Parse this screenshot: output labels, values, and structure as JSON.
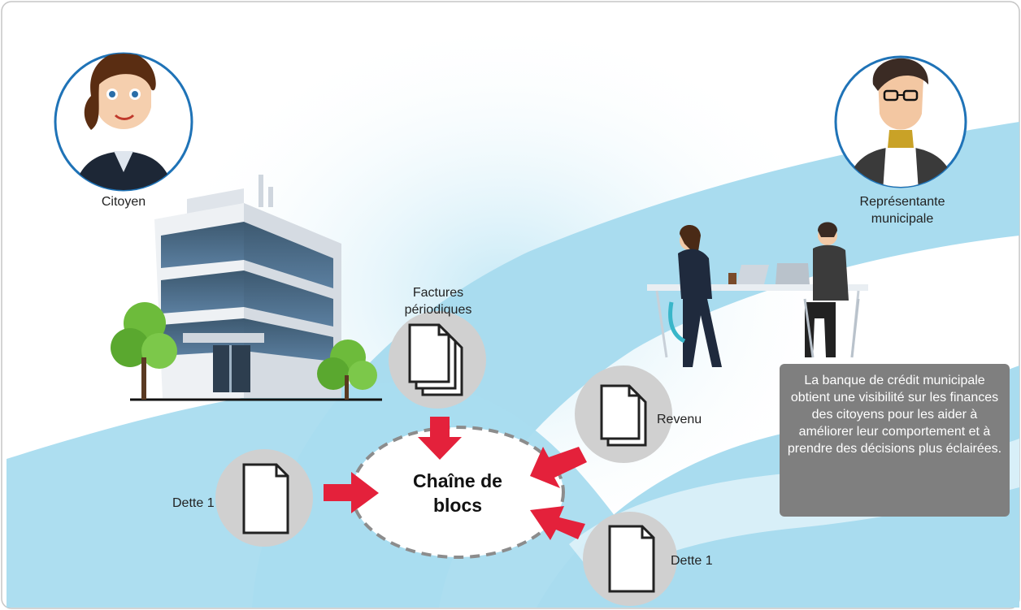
{
  "nodes": {
    "citizen": {
      "label": "Citoyen"
    },
    "representative": {
      "label": "Représentante municipale"
    },
    "blockchain": {
      "label": "Chaîne de blocs"
    },
    "periodic_invoices": {
      "label": "Factures périodiques"
    },
    "revenue": {
      "label": "Revenu"
    },
    "debt_left": {
      "label": "Dette 1"
    },
    "debt_right": {
      "label": "Dette 1"
    }
  },
  "note": {
    "text": "La banque de crédit municipale obtient une visibilité sur les finances des citoyens pour les aider à améliorer leur comportement et à prendre des décisions plus éclairées."
  },
  "colors": {
    "arrow": "#e4213b",
    "doc_circle": "#d0d0d0",
    "stream": "#a9dcef",
    "note_bg": "#7f7f7f",
    "avatar_border": "#1f73b7"
  }
}
